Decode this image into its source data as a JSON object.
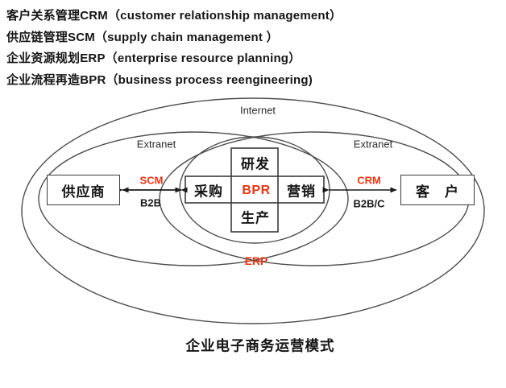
{
  "header": {
    "lines": [
      "客户关系管理CRM（customer relationship management）",
      "供应链管理SCM（supply chain management ）",
      "企业资源规划ERP（enterprise resource planning）",
      "企业流程再造BPR（business process reengineering)"
    ]
  },
  "diagram": {
    "internet_label": "Internet",
    "extranet_left_label": "Extranet",
    "extranet_right_label": "Extranet",
    "supplier_box": "供应商",
    "customer_box": "客　户",
    "cross": {
      "top": "研发",
      "left": "采购",
      "center": "BPR",
      "right": "营销",
      "bottom": "生产"
    },
    "left_link": {
      "top_label": "SCM",
      "bottom_label": "B2B"
    },
    "right_link": {
      "top_label": "CRM",
      "bottom_label": "B2B/C"
    },
    "erp_label": "ERP",
    "caption": "企业电子商务运营模式"
  },
  "colors": {
    "accent_red": "#ee3311",
    "text_black": "#151515",
    "line_gray": "#4d4d4d"
  }
}
